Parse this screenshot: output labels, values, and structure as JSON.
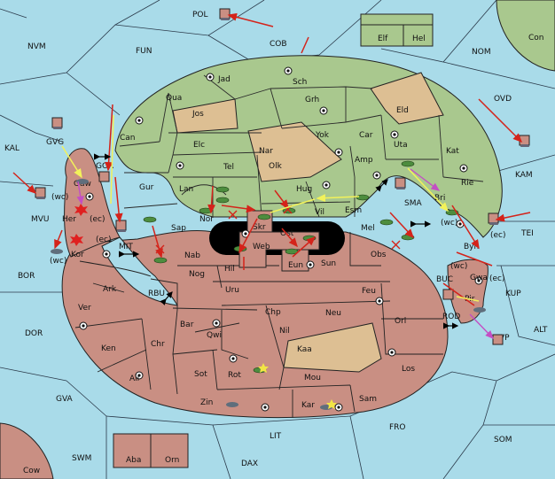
{
  "colors": {
    "sea": "#a9dbe9",
    "green": "#a9c88e",
    "red": "#c98f83",
    "tan": "#ddbf93",
    "black": "#000000",
    "move_red": "#d4231a",
    "move_yellow": "#f2f25a",
    "move_magenta": "#c34fc4"
  },
  "provinces": {
    "POL": "POL",
    "NVM": "NVM",
    "FUN": "FUN",
    "COB": "COB",
    "Elf": "Elf",
    "Hel": "Hel",
    "NOM": "NOM",
    "Con": "Con",
    "Jad": "Jad",
    "Sch": "Sch",
    "Qua": "Qua",
    "Grh": "Grh",
    "Jos": "Jos",
    "Eld": "Eld",
    "OVD": "OVD",
    "KAL": "KAL",
    "GVG": "GVG",
    "Can": "Can",
    "Elc": "Elc",
    "Nar": "Nar",
    "Yok": "Yok",
    "Car": "Car",
    "Uta": "Uta",
    "Kat": "Kat",
    "GOR": "GOR",
    "Gaw": "Gaw",
    "Tel": "Tel",
    "Olk": "Olk",
    "Amp": "Amp",
    "KAM": "KAM",
    "MVU": "MVU",
    "wc1": "(wc)",
    "Her": "Her",
    "ec1": "(ec)",
    "Gur": "Gur",
    "Hug": "Hug",
    "Rie": "Rie",
    "Lan": "Lan",
    "Vil": "Vil",
    "Esm": "Esm",
    "SMA": "SMA",
    "Bri": "Bri",
    "Nor": "Nor",
    "Skr": "Skr",
    "Ost": "Ost",
    "Mel": "Mel",
    "TEI": "TEI",
    "ec2": "(ec)",
    "wc3": "(wc)",
    "Byn": "Byn",
    "ec3": "(ec)",
    "Sap": "Sap",
    "Web": "Web",
    "MIT": "MIT",
    "Kor": "Kor",
    "wc2": "(wc)",
    "BOR": "BOR",
    "Nab": "Nab",
    "Hil": "Hil",
    "Eun": "Eun",
    "Sun": "Sun",
    "Obs": "Obs",
    "Gwa": "Gwa",
    "ec4": "(ec)",
    "BUC": "BUC",
    "KUP": "KUP",
    "RBU": "RBU",
    "Nog": "Nog",
    "Ark": "Ark",
    "Uru": "Uru",
    "Feu": "Feu",
    "Pir": "Pir",
    "ROD": "ROD",
    "Ver": "Ver",
    "Chp": "Chp",
    "Neu": "Neu",
    "Orl": "Orl",
    "Bar": "Bar",
    "Qwi": "Qwi",
    "Nil": "Nil",
    "ALT": "ALT",
    "DOR": "DOR",
    "Ken": "Ken",
    "Chr": "Chr",
    "Kaa": "Kaa",
    "GVP": "GVP",
    "Ail": "Ail",
    "Sot": "Sot",
    "Rot": "Rot",
    "Mou": "Mou",
    "Los": "Los",
    "GVA": "GVA",
    "Zin": "Zin",
    "Kar": "Kar",
    "Sam": "Sam",
    "FRO": "FRO",
    "LIT": "LIT",
    "SOM": "SOM",
    "SWM": "SWM",
    "Aba": "Aba",
    "Orn": "Orn",
    "DAX": "DAX",
    "Cow": "Cow"
  }
}
